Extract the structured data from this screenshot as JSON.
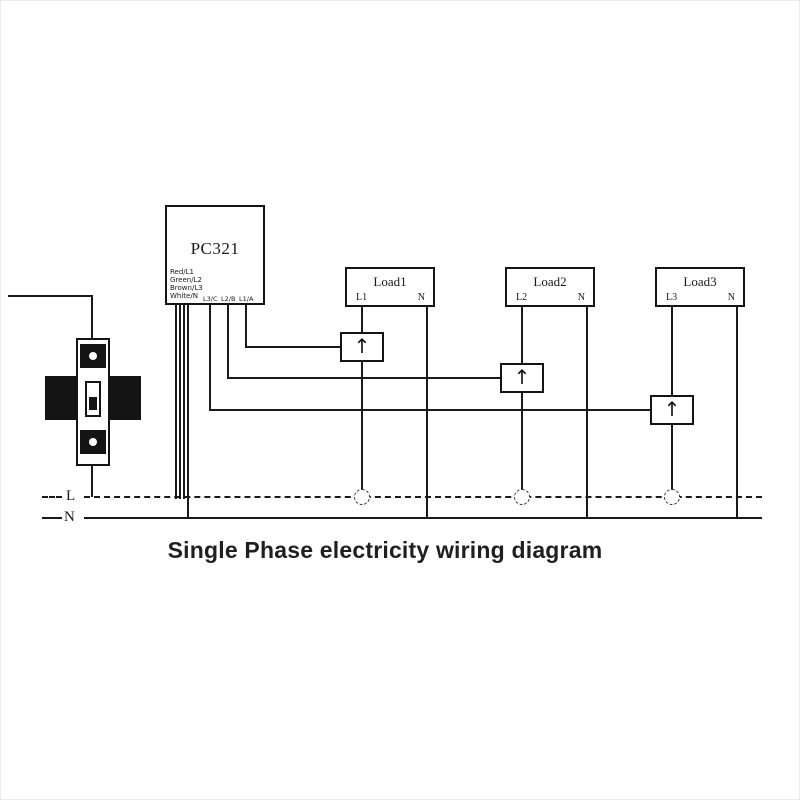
{
  "title": "Single Phase electricity wiring diagram",
  "meter": {
    "label": "PC321",
    "wire_labels": [
      "Red/L1",
      "Green/L2",
      "Brown/L3",
      "White/N"
    ],
    "ct_terminals": [
      "L3/C",
      "L2/B",
      "L1/A"
    ]
  },
  "loads": [
    {
      "label": "Load1",
      "live_terminal": "L1",
      "neutral_terminal": "N"
    },
    {
      "label": "Load2",
      "live_terminal": "L2",
      "neutral_terminal": "N"
    },
    {
      "label": "Load3",
      "live_terminal": "L3",
      "neutral_terminal": "N"
    }
  ],
  "ct_clamps": {
    "arrow_glyph": "↑",
    "count": 3
  },
  "bus": {
    "live_label": "L",
    "neutral_label": "N"
  },
  "colors": {
    "wire": "#1a1a1a",
    "background": "#ffffff"
  }
}
